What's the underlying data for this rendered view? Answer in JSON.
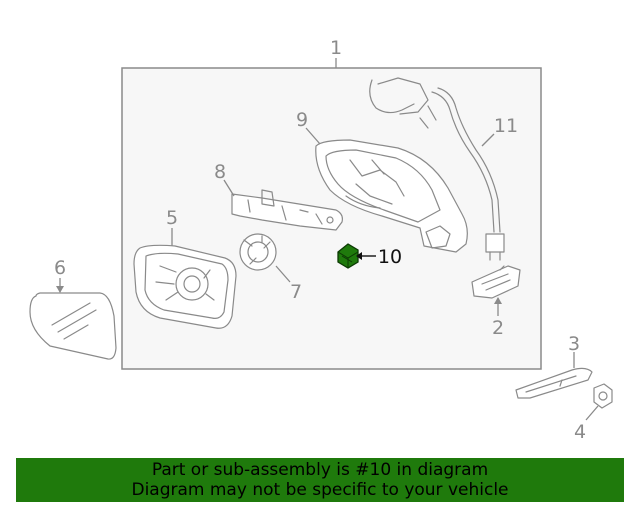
{
  "diagram": {
    "callouts": [
      "1",
      "2",
      "3",
      "4",
      "5",
      "6",
      "7",
      "8",
      "9",
      "10",
      "11"
    ],
    "highlight_part": "10",
    "colors": {
      "highlight": "#1f7a0c",
      "line": "#8a8a8a",
      "box_fill": "#f7f7f7"
    }
  },
  "banner": {
    "line1": "Part or sub-assembly is #10 in diagram",
    "line2": "Diagram may not be specific to your vehicle",
    "background": "#1f7a0c"
  }
}
